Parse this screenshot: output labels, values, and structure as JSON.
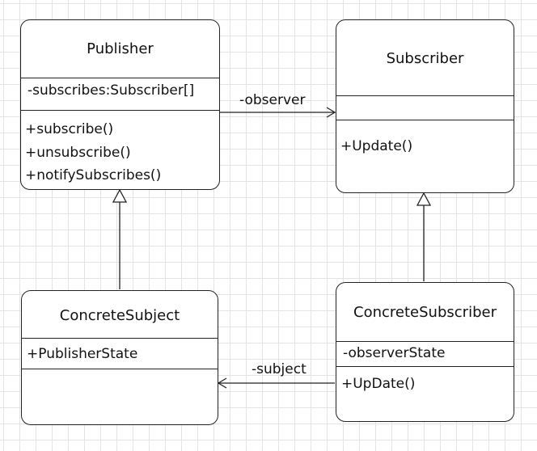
{
  "classes": {
    "publisher": {
      "name": "Publisher",
      "attributes": [
        "-subscribes:Subscriber[]"
      ],
      "operations": [
        "+subscribe()",
        "+unsubscribe()",
        "+notifySubscribes()"
      ]
    },
    "subscriber": {
      "name": "Subscriber",
      "attributes": [],
      "operations": [
        "+Update()"
      ]
    },
    "concrete_subject": {
      "name": "ConcreteSubject",
      "attributes": [
        "+PublisherState"
      ],
      "operations": []
    },
    "concrete_subscriber": {
      "name": "ConcreteSubscriber",
      "attributes": [
        "-observerState"
      ],
      "operations": [
        "+UpDate()"
      ]
    }
  },
  "relations": {
    "observer_label": "-observer",
    "subject_label": "-subject"
  }
}
